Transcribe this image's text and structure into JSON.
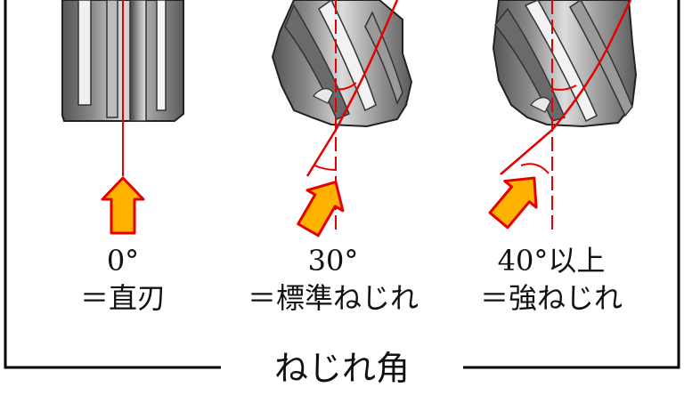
{
  "panels": [
    {
      "angle_label": "0°",
      "type_label": "＝直刃"
    },
    {
      "angle_label": "30°",
      "type_label": "＝標準ねじれ"
    },
    {
      "angle_label": "40°以上",
      "type_label": "＝強ねじれ"
    }
  ],
  "title": "ねじれ角",
  "colors": {
    "guide_line": "#e60000",
    "arrow_fill": "#ffb300",
    "arrow_stroke": "#e60000",
    "steel_dark": "#4d4d4d",
    "steel_light": "#d9d9d9",
    "frame": "#000000"
  }
}
